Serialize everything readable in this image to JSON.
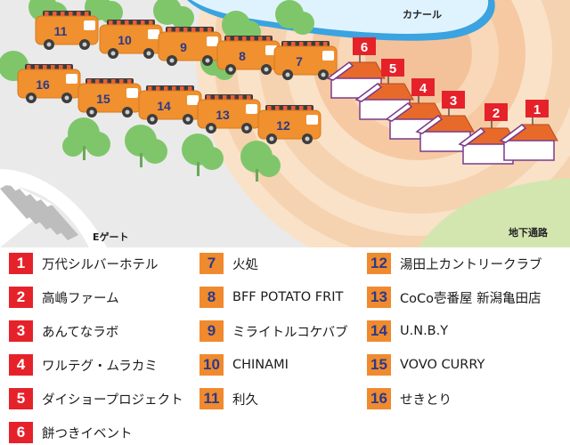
{
  "map": {
    "labels": {
      "canal": "カナール",
      "e_gate": "Eゲート",
      "underground": "地下通路"
    },
    "food_trucks": [
      "11",
      "10",
      "9",
      "8",
      "7",
      "16",
      "15",
      "14",
      "13",
      "12"
    ],
    "tents": [
      "6",
      "5",
      "4",
      "3",
      "2",
      "1"
    ]
  },
  "colors": {
    "red_badge": "#e5222a",
    "orange_badge": "#f08a2e",
    "badge_number_orange": "#2b3a8a",
    "truck": "#f0902e",
    "tree": "#7fc66a",
    "water": "#3aa3e0",
    "plaza": "#f6d9b8"
  },
  "legend": [
    {
      "num": "1",
      "name": "万代シルバーホテル",
      "type": "red"
    },
    {
      "num": "2",
      "name": "高嶋ファーム",
      "type": "red"
    },
    {
      "num": "3",
      "name": "あんてなラボ",
      "type": "red"
    },
    {
      "num": "4",
      "name": "ワルテグ・ムラカミ",
      "type": "red"
    },
    {
      "num": "5",
      "name": "ダイショープロジェクト",
      "type": "red"
    },
    {
      "num": "6",
      "name": "餅つきイベント",
      "type": "red"
    },
    {
      "num": "7",
      "name": "火処",
      "type": "orange"
    },
    {
      "num": "8",
      "name": "BFF POTATO FRIT",
      "type": "orange"
    },
    {
      "num": "9",
      "name": "ミライトルコケバブ",
      "type": "orange"
    },
    {
      "num": "10",
      "name": "CHINAMI",
      "type": "orange"
    },
    {
      "num": "11",
      "name": "利久",
      "type": "orange"
    },
    {
      "num": "12",
      "name": "湯田上カントリークラブ",
      "type": "orange"
    },
    {
      "num": "13",
      "name": "CoCo壱番屋 新潟亀田店",
      "type": "orange"
    },
    {
      "num": "14",
      "name": "U.N.B.Y",
      "type": "orange"
    },
    {
      "num": "15",
      "name": "VOVO CURRY",
      "type": "orange"
    },
    {
      "num": "16",
      "name": "せきとり",
      "type": "orange"
    }
  ]
}
